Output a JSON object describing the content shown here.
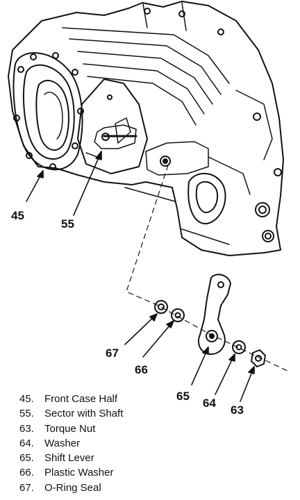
{
  "callouts": {
    "c45": "45",
    "c55": "55",
    "c67": "67",
    "c66": "66",
    "c65": "65",
    "c64": "64",
    "c63": "63"
  },
  "legend": [
    {
      "number": "45.",
      "text": "Front Case Half"
    },
    {
      "number": "55.",
      "text": "Sector with Shaft"
    },
    {
      "number": "63.",
      "text": "Torque Nut"
    },
    {
      "number": "64.",
      "text": "Washer"
    },
    {
      "number": "65.",
      "text": "Shift Lever"
    },
    {
      "number": "66.",
      "text": "Plastic Washer"
    },
    {
      "number": "67.",
      "text": "O-Ring Seal"
    }
  ]
}
